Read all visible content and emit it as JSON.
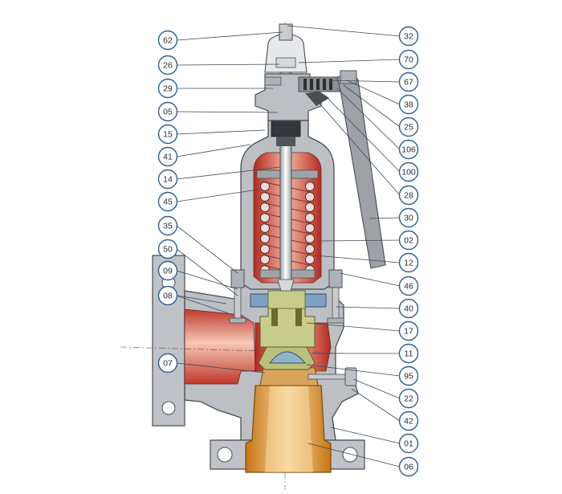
{
  "diagram": {
    "labels_left": [
      "62",
      "26",
      "29",
      "05",
      "15",
      "41",
      "14",
      "45",
      "35",
      "50",
      "09",
      "08",
      "07"
    ],
    "labels_right": [
      "32",
      "70",
      "67",
      "38",
      "25",
      "106",
      "100",
      "28",
      "30",
      "02",
      "12",
      "46",
      "40",
      "17",
      "11",
      "95",
      "22",
      "42",
      "01",
      "06"
    ],
    "colors": {
      "body_grey": "#b9bcc1",
      "body_dark": "#6e7276",
      "interior_red": "#c8372a",
      "interior_light": "#f1b9a6",
      "nozzle_orange": "#d98a1c",
      "disc_green": "#b8c07a",
      "disc_blue": "#8fb3c9",
      "flange_blue": "#7fa2c4",
      "label_stroke": "#2f5f8f"
    }
  }
}
